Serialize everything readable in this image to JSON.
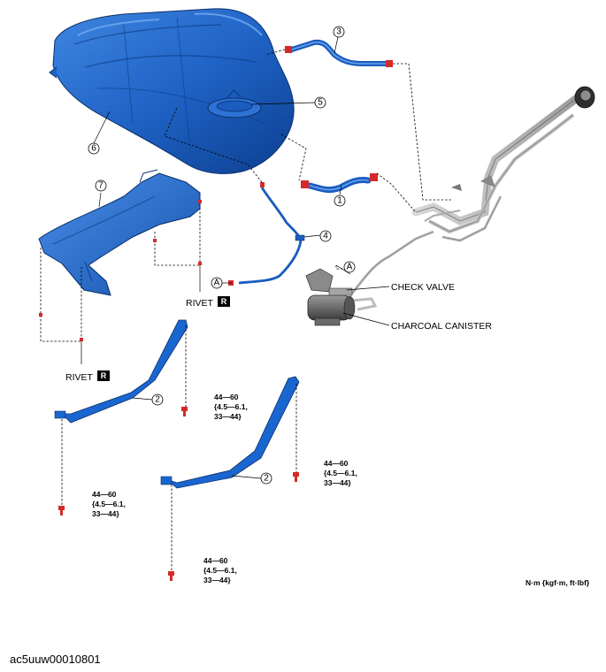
{
  "callouts": [
    "1",
    "2",
    "3",
    "4",
    "5",
    "6",
    "7"
  ],
  "connector_mark": "A",
  "labels": {
    "check_valve": "CHECK VALVE",
    "charcoal_canister": "CHARCOAL CANISTER",
    "rivet": "RIVET",
    "rivet_tag": "R"
  },
  "torque": {
    "line1": "44—60",
    "line2": "{4.5—6.1,",
    "line3": "33—44}"
  },
  "units": "N·m {kgf·m, ft·lbf}",
  "diagram_code": "ac5uuw00010801"
}
